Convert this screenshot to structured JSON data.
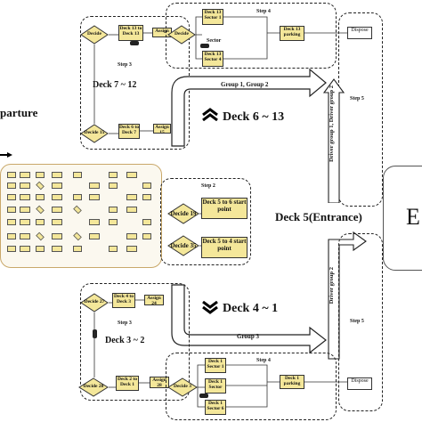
{
  "side": {
    "departure": "parture",
    "entrance_big_letter": "E"
  },
  "groups": {
    "upper_arrow": "Group 1, Group 2",
    "lower_arrow": "Group 3",
    "driver_upper": "Driver group 1, Driver group 2",
    "driver_lower": "Driver group 2"
  },
  "levels": {
    "deck_6_13": "Deck 6 ~ 13",
    "deck_4_1": "Deck 4 ~ 1",
    "deck_5": "Deck 5(Entrance)",
    "deck_7_12": "Deck 7 ~ 12",
    "deck_3_2": "Deck 3 ~ 2"
  },
  "steps": {
    "step3_top": "Step 3",
    "step3_bottom": "Step 3",
    "step4_top": "Step 4",
    "step4_bottom": "Step 4",
    "step2": "Step 2",
    "step5_top": "Step 5",
    "step5_bottom": "Step 5"
  },
  "nodes": {
    "decide_top_left": "Decide",
    "deck_13_to_13": "Deck 13 to Deck 13",
    "assign_top": "Assign",
    "decide_15": "Decide 15",
    "deck_6_to_7": "Deck 6 to Deck 7",
    "assign_15": "Assign 15",
    "decide_top_right": "Decide",
    "deck_13_sector_1": "Deck 13 Sector 1",
    "sector_label": "Sector",
    "deck_13_sector_4": "Deck 13 Sector 4",
    "deck_13_parking": "Deck 13 parking",
    "dispose_top": "Dispose",
    "decide_19": "Decide 19",
    "deck_5_to_6": "Deck 5 to 6 start point",
    "decide_35": "Decide 35",
    "deck_5_to_4": "Deck 5 to 4 start point",
    "decide_27": "Decide 27",
    "deck_4_to_3": "Deck 4 to Deck 3",
    "assign_24": "Assign 24",
    "decide_28": "Decide 28",
    "deck_2_to_1": "Deck 2 to Deck 1",
    "assign_28": "Assign 28",
    "decide_3": "Decide 3",
    "deck_1_sector_1": "Deck 1 Sector 1",
    "deck_1_sector": "Deck 1 Sector",
    "deck_1_sector_6": "Deck 1 Sector 6",
    "deck_1_parking": "Deck 1 parking",
    "dispose_bottom": "Dispose"
  }
}
